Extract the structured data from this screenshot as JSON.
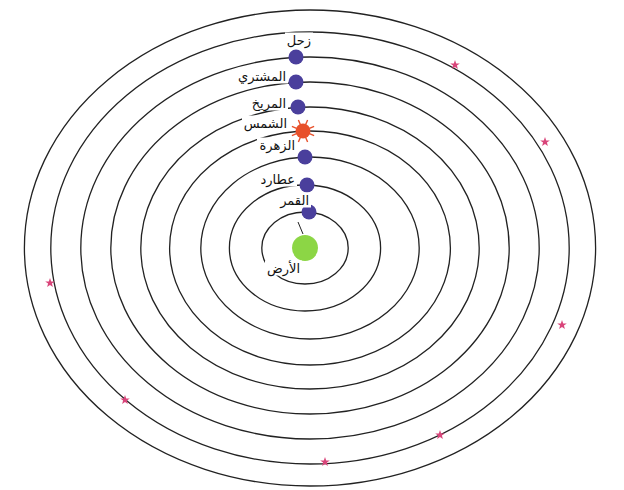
{
  "diagram": {
    "labels": [
      "زحل",
      "المشتري",
      "المريخ",
      "الشمس",
      "الزهرة",
      "عطارد",
      "القمر",
      "الأرض"
    ]
  }
}
